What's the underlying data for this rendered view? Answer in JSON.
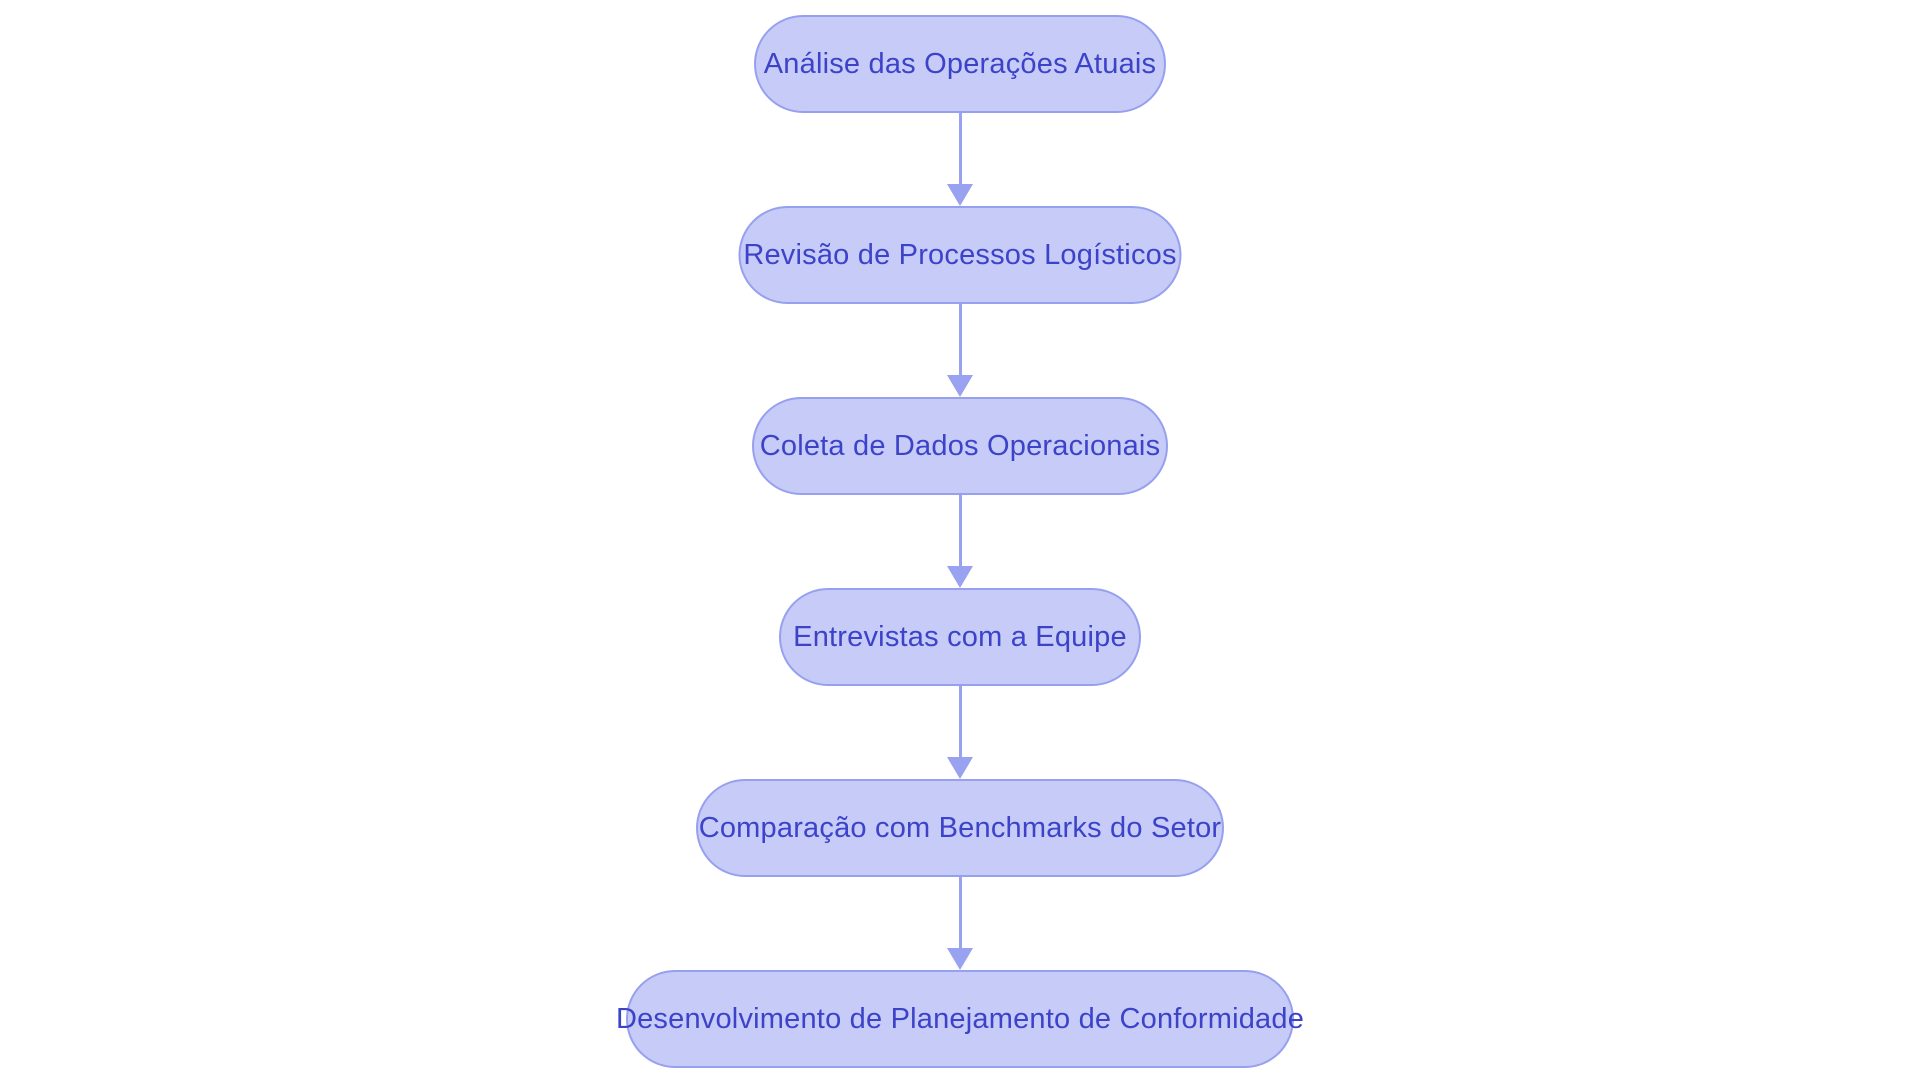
{
  "diagram": {
    "type": "flowchart",
    "direction": "top-down",
    "nodes": [
      {
        "id": 1,
        "label": "Análise das Operações Atuais"
      },
      {
        "id": 2,
        "label": "Revisão de Processos Logísticos"
      },
      {
        "id": 3,
        "label": "Coleta de Dados Operacionais"
      },
      {
        "id": 4,
        "label": "Entrevistas com a Equipe"
      },
      {
        "id": 5,
        "label": "Comparação com Benchmarks do Setor"
      },
      {
        "id": 6,
        "label": "Desenvolvimento de Planejamento de Conformidade"
      }
    ],
    "edges": [
      {
        "from": 1,
        "to": 2
      },
      {
        "from": 2,
        "to": 3
      },
      {
        "from": 3,
        "to": 4
      },
      {
        "from": 4,
        "to": 5
      },
      {
        "from": 5,
        "to": 6
      }
    ],
    "colors": {
      "node_fill": "#c6cbf8",
      "node_border": "#96a0ee",
      "node_text": "#3d43c8",
      "arrow": "#98a2f0",
      "background": "#ffffff"
    }
  }
}
